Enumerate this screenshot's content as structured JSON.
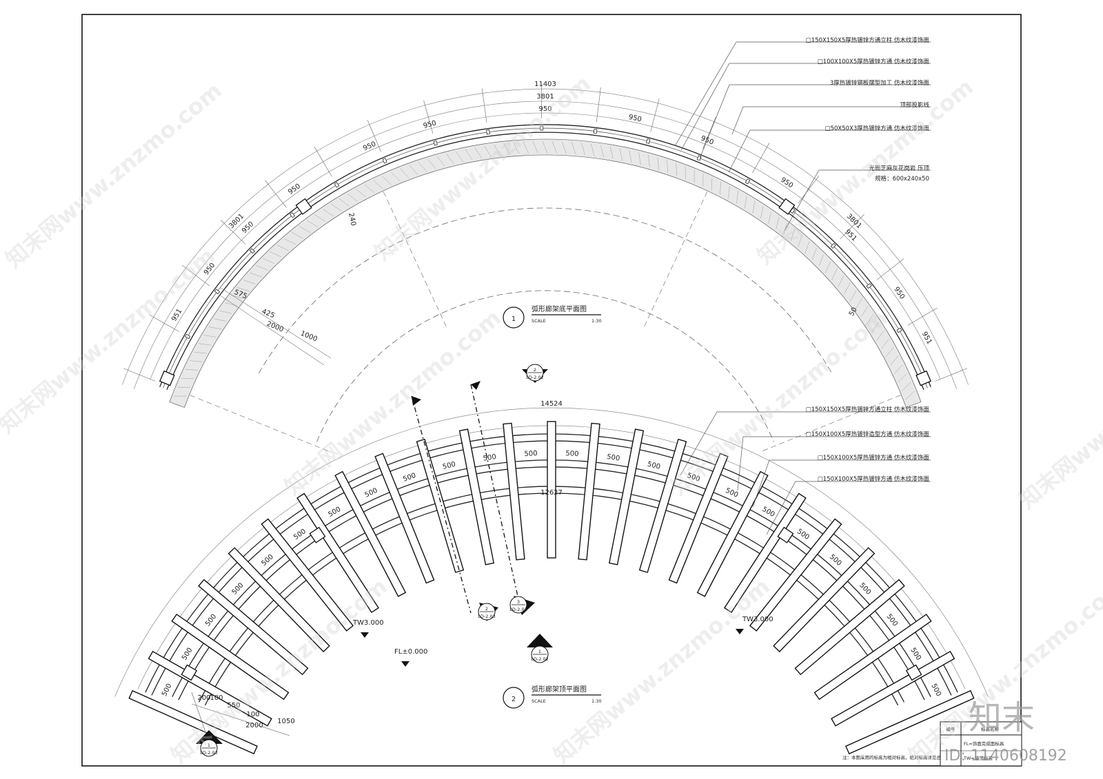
{
  "plan1": {
    "title": "弧形廊架底平面图",
    "number": "1",
    "scale_label": "SCALE",
    "scale": "1:30",
    "dims": {
      "total": "11403",
      "segment": "3801",
      "bay": "950",
      "bay_alt": "951",
      "d575": "575",
      "d425": "425",
      "d2000": "2000",
      "d1000": "1000",
      "d240": "240",
      "d50": "50"
    },
    "callouts": [
      "□150X150X5厚热镀锌方通立柱  仿木纹漆饰面",
      "□100X100X5厚热镀锌方通  仿木纹漆饰面",
      "3厚热镀锌钢板摆型加工  仿木纹漆饰面",
      "顶部投影线",
      "□50X50X3厚热镀锌方通  仿木纹漆饰面",
      "光面芝麻灰花岗岩  压顶",
      "规格：600x240x50"
    ]
  },
  "plan2": {
    "title": "弧形廊架顶平面图",
    "number": "2",
    "scale_label": "SCALE",
    "scale": "1:30",
    "dims": {
      "outer": "14524",
      "inner": "12627",
      "spacing": "500",
      "d200": "200",
      "d100": "100",
      "d550": "550",
      "d100b": "100",
      "d2000": "2000",
      "d1050": "1050"
    },
    "levels": {
      "tw_left": "TW3.000",
      "tw_right": "TW3.000",
      "fl": "FL±0.000"
    },
    "callouts": [
      "□150X150X5厚热镀锌方通立柱  仿木纹漆饰面",
      "□150X100X5厚热镀锌造型方通  仿木纹漆饰面",
      "□150X100X5厚热镀锌方通  仿木纹漆饰面",
      "□150X100X5厚热镀锌方通  仿木纹漆饰面"
    ]
  },
  "section_marks": {
    "top": {
      "num": "2",
      "ref": "LD-2.02"
    },
    "mid": {
      "num": "1",
      "ref": "LD-2.02"
    },
    "cut2": {
      "num": "2",
      "ref": "LD-2.03"
    },
    "cut3": {
      "num": "3",
      "ref": "LD-2.03"
    },
    "bottom_left": {
      "num": "1",
      "ref": "LD-2.03"
    }
  },
  "notes": {
    "footer": "注：本图采用的标高为相对标高，绝对标高详见总图竖向设计图。"
  },
  "legend": {
    "header_code": "编号",
    "header_name": "标高名称",
    "row1": "FL=饰面完成面标高",
    "row2": "TW=墙顶标高"
  },
  "watermark": {
    "text": "知末网www.znzmo.com",
    "brand": "知末",
    "id": "ID: 1140608192"
  }
}
